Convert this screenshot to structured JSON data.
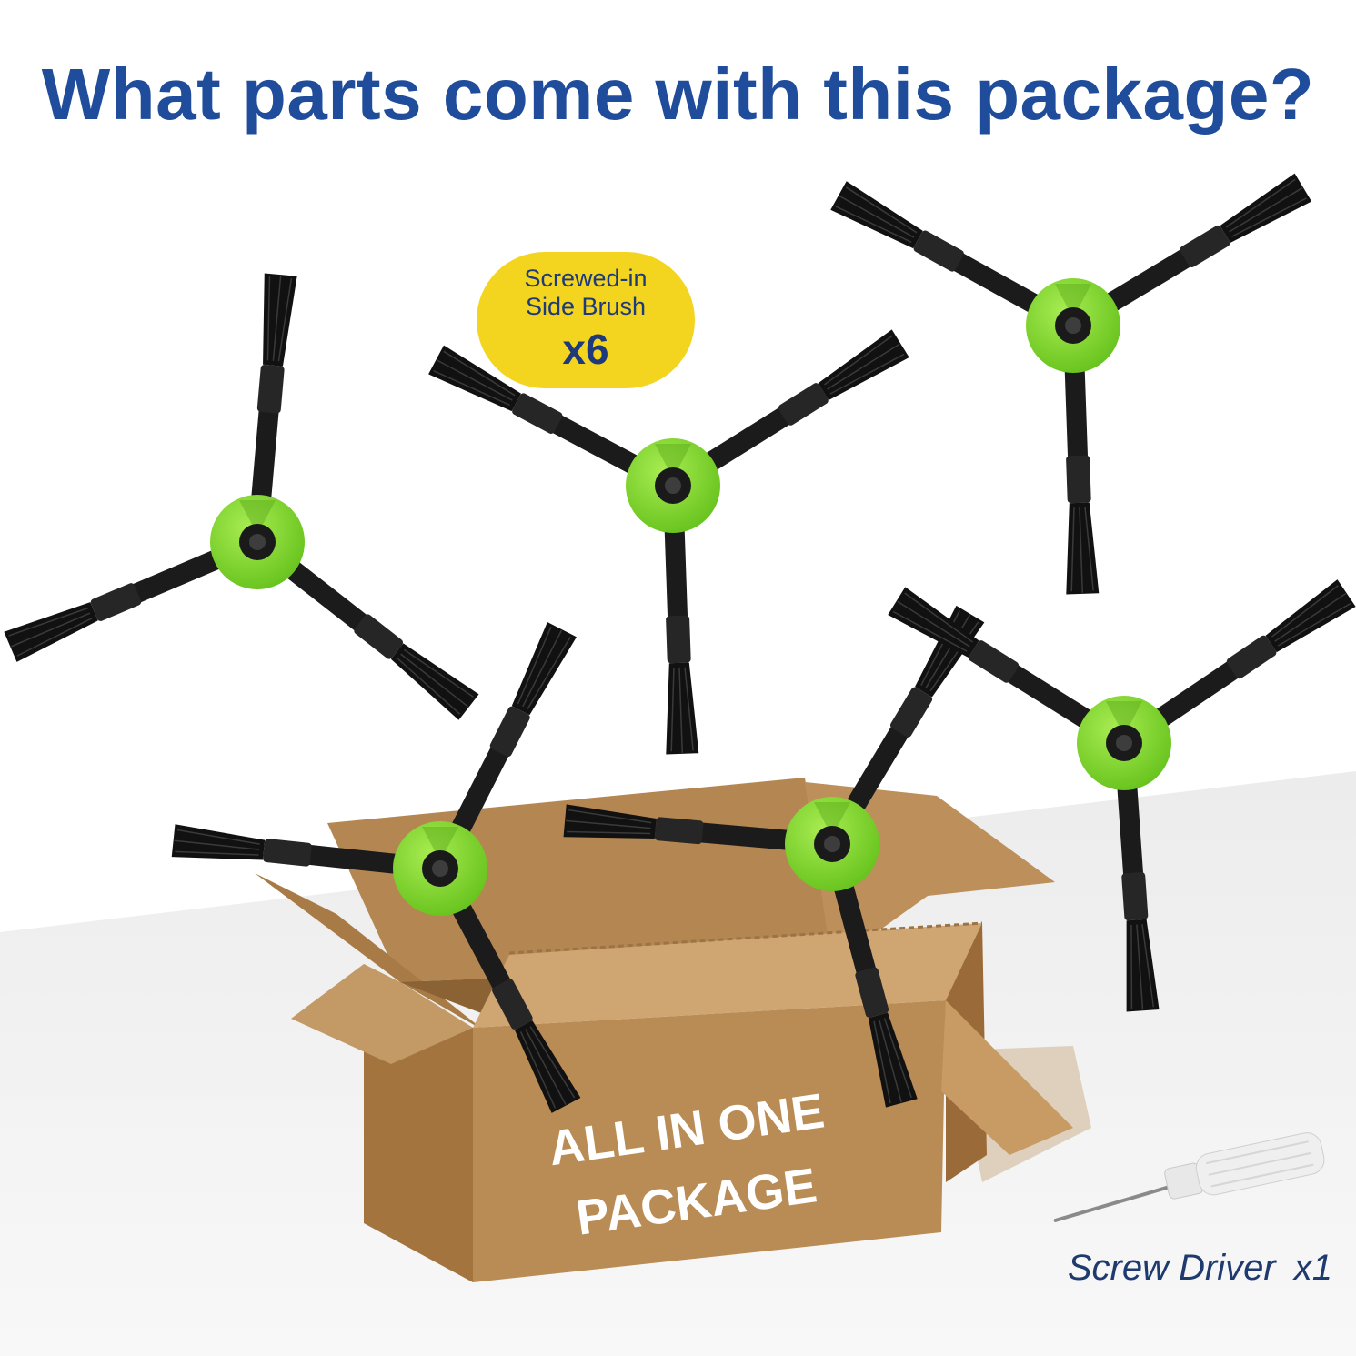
{
  "headline": "What parts come with this package?",
  "badge": {
    "line1": "Screwed-in",
    "line2": "Side Brush",
    "quantity": "x6"
  },
  "box": {
    "line1": "ALL IN ONE",
    "line2": "PACKAGE"
  },
  "screwdriver": {
    "label": "Screw Driver",
    "quantity": "x1"
  },
  "colors": {
    "headline": "#1f4d9b",
    "badge_fill": "#f3d41f",
    "brush_hub": "#7ed321",
    "brush_arm": "#1b1b1b",
    "box": "#b88a55"
  },
  "brushes": [
    {
      "name": "side-brush-1"
    },
    {
      "name": "side-brush-2"
    },
    {
      "name": "side-brush-3"
    },
    {
      "name": "side-brush-4"
    },
    {
      "name": "side-brush-5"
    },
    {
      "name": "side-brush-6"
    }
  ]
}
